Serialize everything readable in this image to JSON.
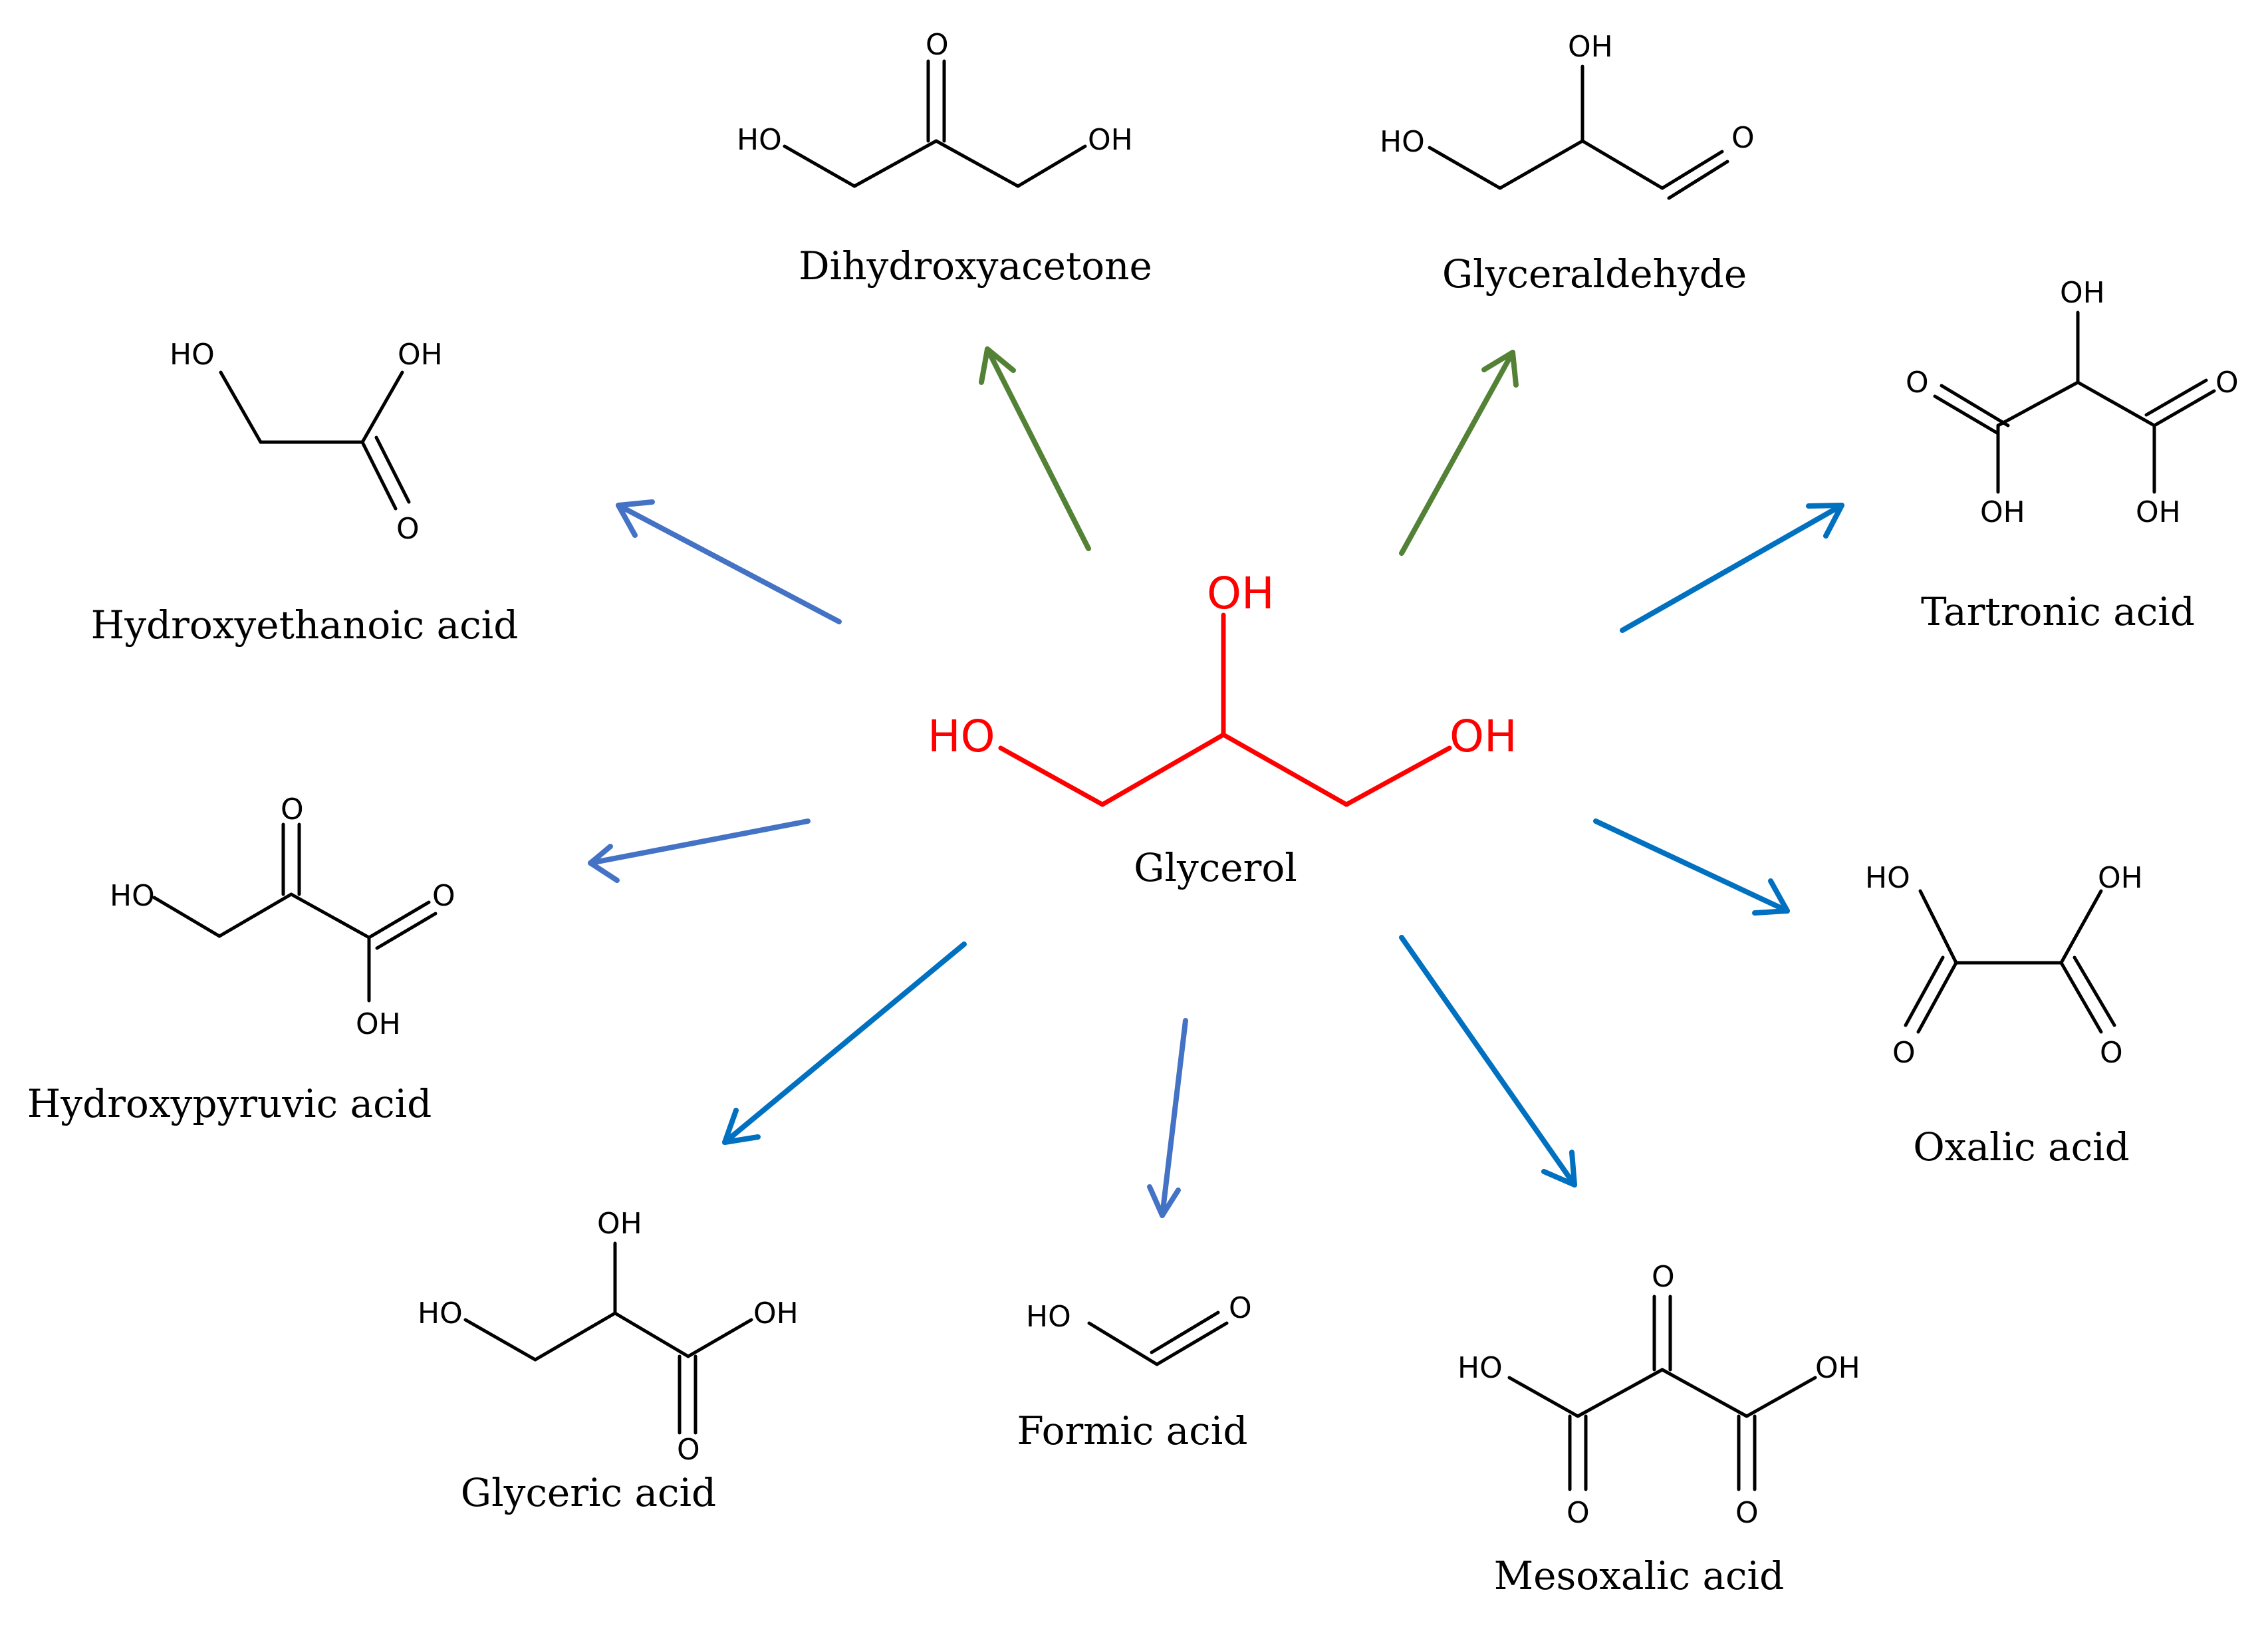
{
  "colors": {
    "glycerol": "#ff0000",
    "arrow_green": "#538135",
    "arrow_blue": "#0070c0",
    "arrow_lightblue": "#4472c4"
  },
  "atoms": {
    "oh": "OH",
    "ho": "HO",
    "o": "O"
  },
  "center": {
    "name": "Glycerol"
  },
  "products": [
    {
      "id": "dihydroxyacetone",
      "name": "Dihydroxyacetone",
      "arrow": "arrow_green"
    },
    {
      "id": "glyceraldehyde",
      "name": "Glyceraldehyde",
      "arrow": "arrow_green"
    },
    {
      "id": "hydroxyethanoic",
      "name": "Hydroxyethanoic acid",
      "arrow": "arrow_lightblue"
    },
    {
      "id": "tartronic",
      "name": "Tartronic acid",
      "arrow": "arrow_blue"
    },
    {
      "id": "hydroxypyruvic",
      "name": "Hydroxypyruvic acid",
      "arrow": "arrow_lightblue"
    },
    {
      "id": "oxalic",
      "name": "Oxalic acid",
      "arrow": "arrow_blue"
    },
    {
      "id": "glyceric",
      "name": "Glyceric acid",
      "arrow": "arrow_blue"
    },
    {
      "id": "formic",
      "name": "Formic acid",
      "arrow": "arrow_lightblue"
    },
    {
      "id": "mesoxalic",
      "name": "Mesoxalic acid",
      "arrow": "arrow_blue"
    }
  ]
}
